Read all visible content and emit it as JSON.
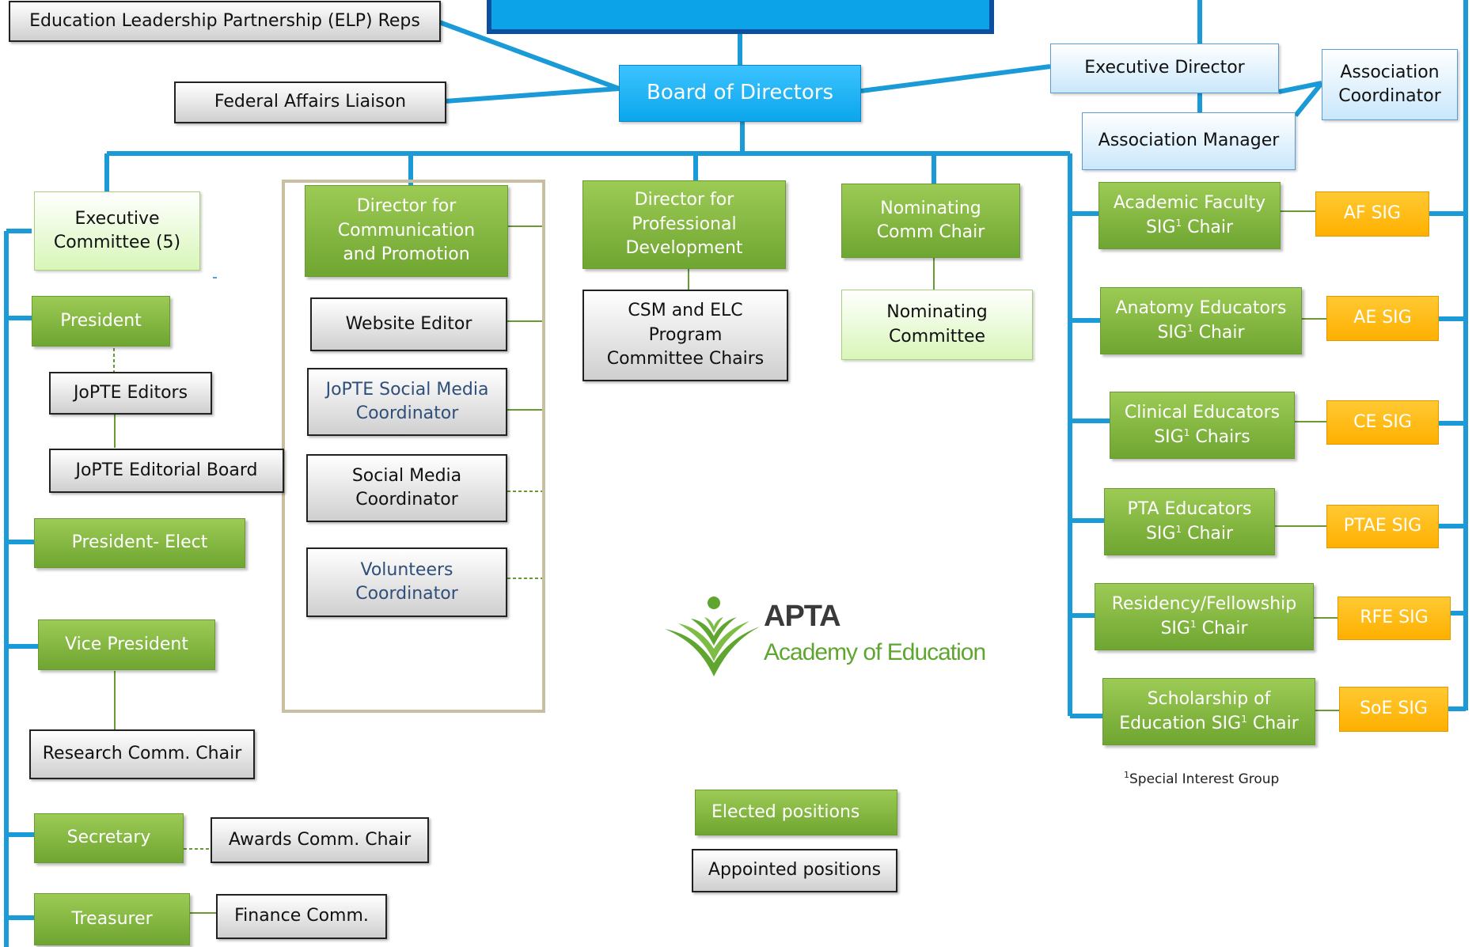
{
  "boxes": {
    "elp_reps": "Education Leadership Partnership (ELP) Reps",
    "federal_affairs": "Federal Affairs Liaison",
    "board": "Board of Directors",
    "executive_director": "Executive Director",
    "association_coordinator": "Association\nCoordinator",
    "association_manager": "Association Manager",
    "executive_committee": "Executive\nCommittee (5)",
    "president": "President",
    "jopte_editors": "JoPTE Editors",
    "jopte_board": "JoPTE Editorial Board",
    "president_elect": "President- Elect",
    "vice_president": "Vice President",
    "research_chair": "Research Comm. Chair",
    "secretary": "Secretary",
    "awards_chair": "Awards Comm. Chair",
    "treasurer": "Treasurer",
    "finance": "Finance Comm.",
    "dir_comm": "Director for\nCommunication\nand Promotion",
    "website_editor": "Website Editor",
    "jopte_social": "JoPTE Social Media\nCoordinator",
    "social_media": "Social Media\nCoordinator",
    "volunteers": "Volunteers\nCoordinator",
    "dir_prof": "Director for\nProfessional\nDevelopment",
    "csm_elc": "CSM and ELC\nProgram\nCommittee Chairs",
    "nominating_chair": "Nominating\nComm Chair",
    "nominating_committee": "Nominating\nCommittee",
    "legend_elected": "Elected positions",
    "legend_appointed": "Appointed positions"
  },
  "sigs": [
    {
      "chair_a": "Academic Faculty",
      "chair_b": "SIG",
      "chair_c": " Chair",
      "sig": "AF SIG"
    },
    {
      "chair_a": "Anatomy Educators",
      "chair_b": "SIG",
      "chair_c": " Chair",
      "sig": "AE SIG"
    },
    {
      "chair_a": "Clinical Educators",
      "chair_b": "SIG",
      "chair_c": " Chairs",
      "sig": "CE SIG"
    },
    {
      "chair_a": "PTA Educators",
      "chair_b": "SIG",
      "chair_c": " Chair",
      "sig": "PTAE SIG"
    },
    {
      "chair_a": "Residency/Fellowship",
      "chair_b": "SIG",
      "chair_c": " Chair",
      "sig": "RFE SIG"
    },
    {
      "chair_a": "Scholarship of",
      "chair_b": "Education SIG",
      "chair_c": " Chair",
      "sig": "SoE SIG"
    }
  ],
  "superscript": "1",
  "footnote": {
    "sup": "1",
    "text": "Special Interest Group"
  },
  "logo": {
    "name": "APTA",
    "subtitle": "Academy of Education"
  },
  "colors": {
    "connector": "#1a9ad6",
    "elected": "#7cb342",
    "appointed": "#d9d9d9",
    "board": "#13abf0",
    "sig": "#ffb300",
    "frame": "#c8bfa0"
  }
}
